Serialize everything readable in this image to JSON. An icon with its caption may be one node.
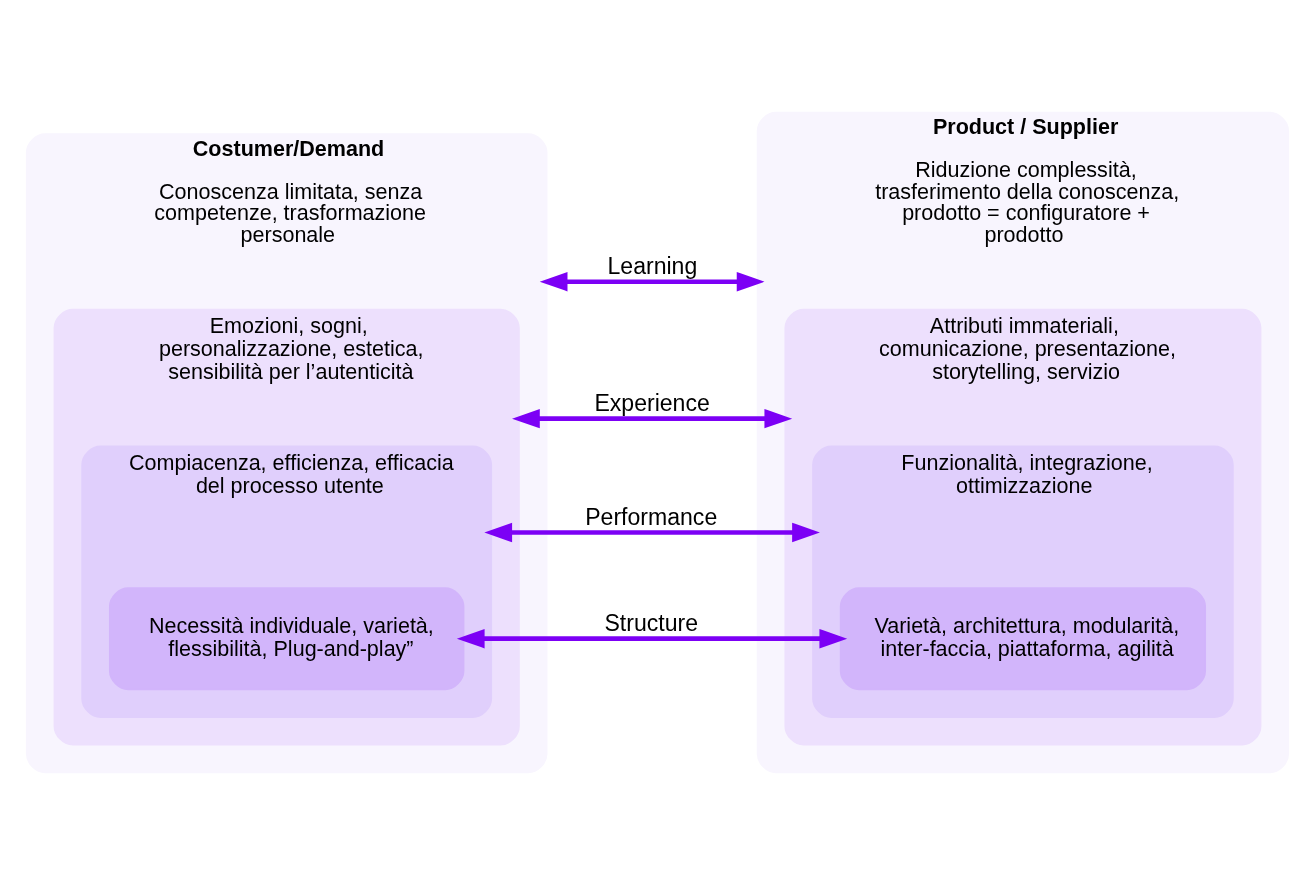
{
  "diagram": {
    "nodes": [
      {
        "text": [
          "Costumer/Demand",
          "Conoscenza limitata, senza competenze, trasformazione personale"
        ]
      },
      {
        "text": [
          "Emozioni, sogni, personalizzazione, estetica, sensibilità per l’autenticità"
        ],
        "in": 0
      },
      {
        "text": [
          "Compiacenza, efficienza, efficacia del processo utente"
        ],
        "in": 1
      },
      {
        "text": [
          "Necessità individuale, varietà, flessibilità, Plug-and-play”"
        ],
        "in": 2
      },
      {
        "text": [
          "Product / Supplier",
          "Riduzione complessità, trasferimento della conoscenza, prodotto = configuratore + prodotto"
        ]
      },
      {
        "text": [
          "Attributi immateriali, comunicazione, presentazione, storytelling, servizio"
        ],
        "in": 4
      },
      {
        "text": [
          "Funzionalità, integrazione, ottimizzazione"
        ],
        "in": 5
      },
      {
        "text": [
          "Varietà, architettura, modularità, inter-faccia, piattaforma, agilità"
        ],
        "in": 6
      }
    ],
    "edges": [
      {
        "from": 0,
        "to": 4,
        "arrow": "both",
        "label": "Learning"
      },
      {
        "from": 1,
        "to": 5,
        "arrow": "both",
        "label": "Experience"
      },
      {
        "from": 2,
        "to": 6,
        "arrow": "both",
        "label": "Performance"
      },
      {
        "from": 3,
        "to": 7,
        "arrow": "both",
        "label": "Structure"
      }
    ]
  }
}
